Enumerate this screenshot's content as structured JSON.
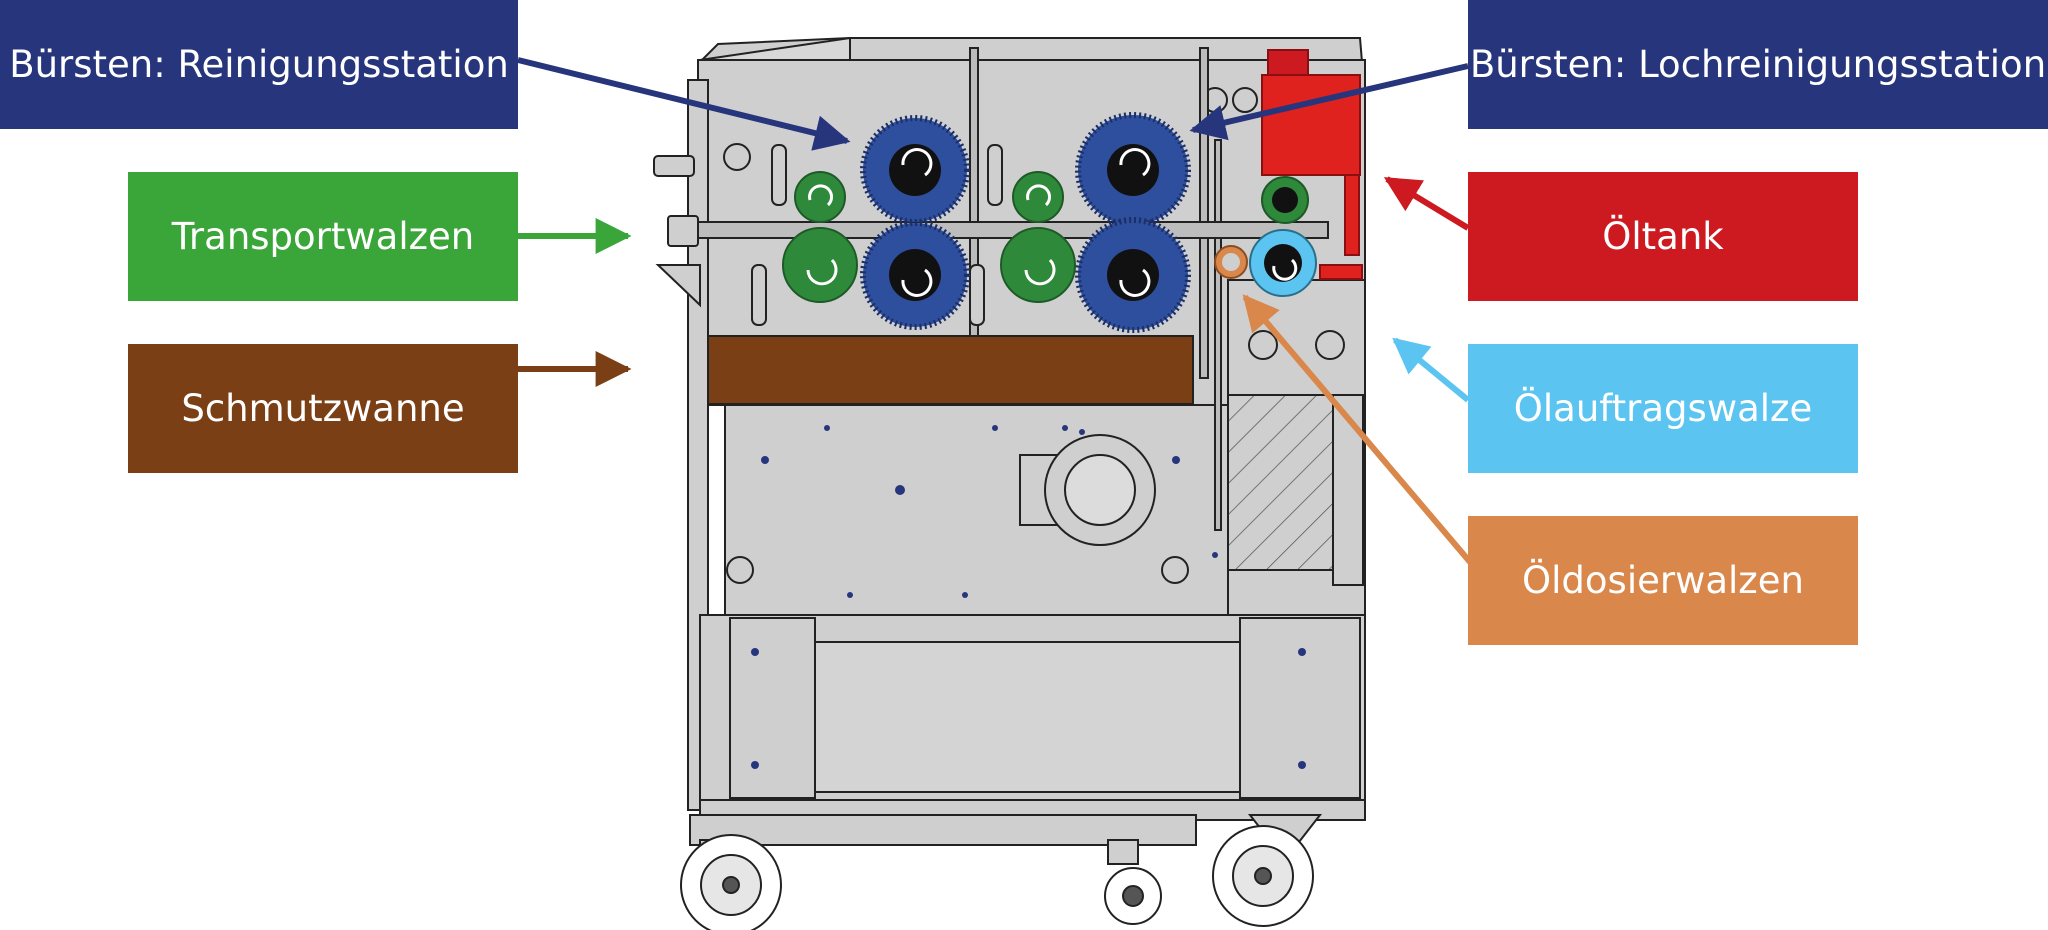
{
  "labels": {
    "brushes_cleaning": "Bürsten: Reinigungsstation",
    "brushes_hole_cleaning": "Bürsten: Lochreinigungsstation",
    "transport_rollers": "Transportwalzen",
    "dirt_tray": "Schmutzwanne",
    "oil_tank": "Öltank",
    "oil_applicator_roller": "Ölauftragswalze",
    "oil_dosing_rollers": "Öldosierwalzen"
  },
  "colors": {
    "navy": "#27357c",
    "green": "#3aa539",
    "brown": "#7b3f16",
    "red": "#cc1a20",
    "light_blue": "#5bc4f1",
    "orange": "#d9874a",
    "machine_gray": "#cfcfcf",
    "brush_blue": "#2e4f9e",
    "roller_green": "#2e8a3a"
  }
}
